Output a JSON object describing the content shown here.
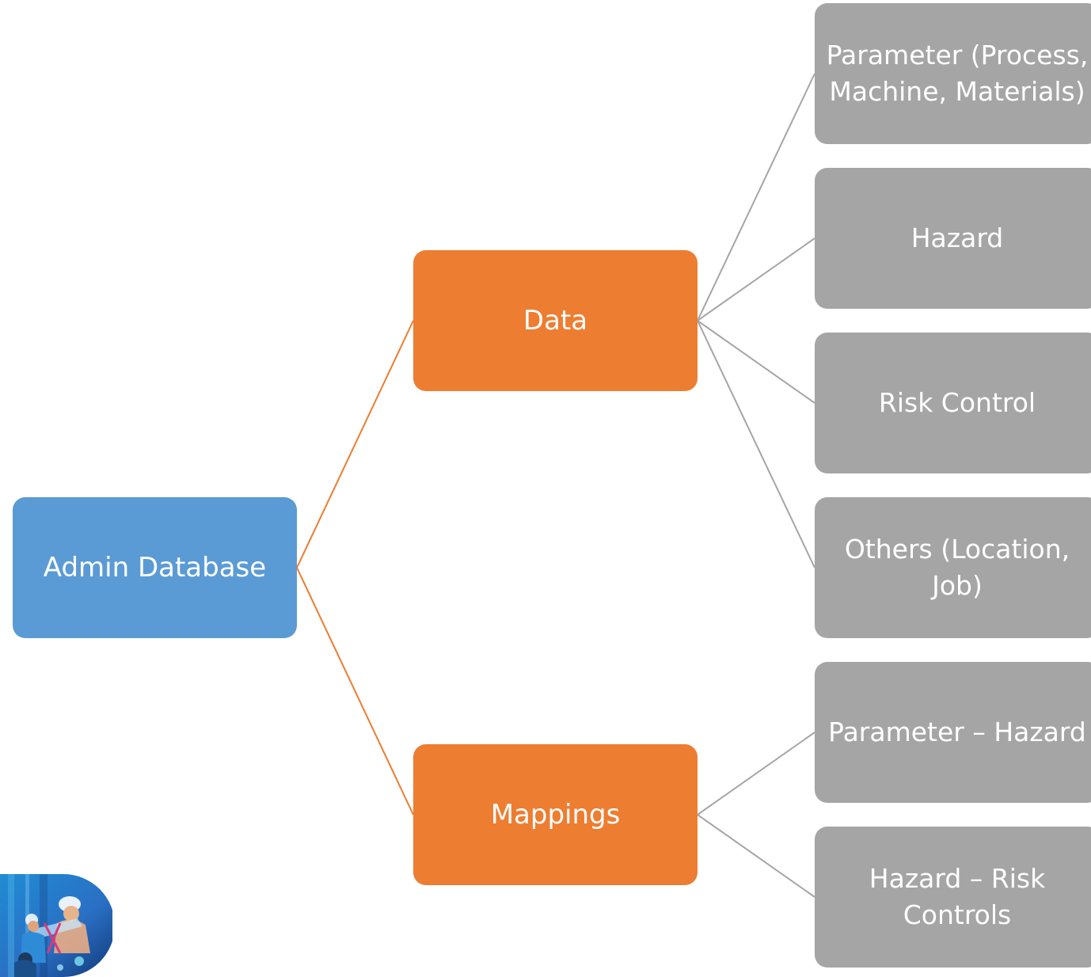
{
  "diagram": {
    "root": {
      "label": "Admin Database",
      "color": "#5b9bd5"
    },
    "branches": [
      {
        "label": "Data",
        "color": "#ed7d31",
        "children": [
          "Parameter (Process, Machine, Materials)",
          "Hazard",
          "Risk Control",
          "Others (Location, Job)"
        ]
      },
      {
        "label": "Mappings",
        "color": "#ed7d31",
        "children": [
          "Parameter – Hazard",
          "Hazard – Risk Controls"
        ]
      }
    ],
    "leaf_color": "#a5a5a5",
    "root_connector_color": "#ed7d31",
    "leaf_connector_color": "#a5a5a5"
  },
  "logo": {
    "icon": "hardhat-workers-logo-icon"
  }
}
